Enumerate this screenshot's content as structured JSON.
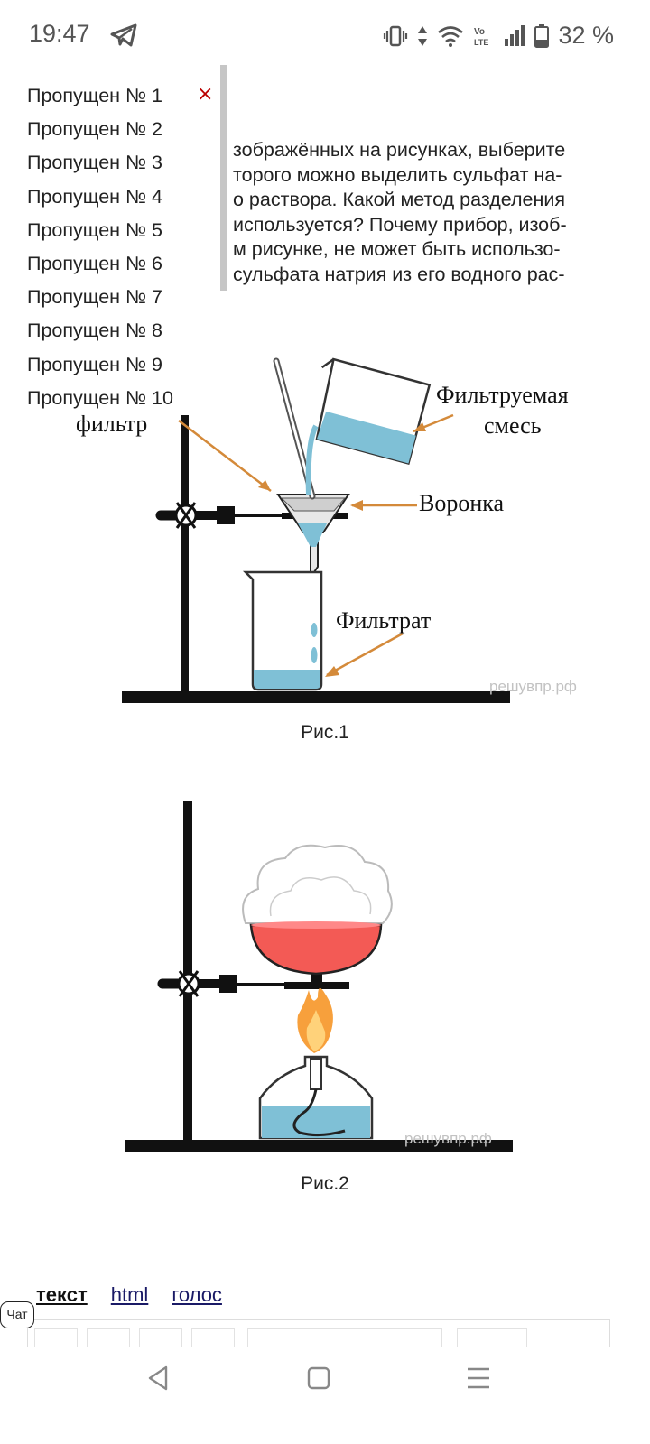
{
  "status_bar": {
    "time": "19:47",
    "battery": "32 %",
    "icons": [
      "telegram-icon",
      "vibrate-icon",
      "data-arrows-icon",
      "wifi-icon",
      "volte-icon",
      "signal-icon",
      "battery-icon"
    ]
  },
  "skipped": {
    "items": [
      "Пропущен № 1",
      "Пропущен № 2",
      "Пропущен № 3",
      "Пропущен № 4",
      "Пропущен № 5",
      "Пропущен № 6",
      "Пропущен № 7",
      "Пропущен № 8",
      "Пропущен № 9",
      "Пропущен № 10"
    ],
    "close": "×"
  },
  "article": {
    "lines": [
      "зображённых на рисунках, выберите",
      "торого можно выделить сульфат на-",
      "о раствора. Какой метод разделения",
      "используется? Почему прибор, изоб-",
      "м рисунке, не может быть использо-",
      "сульфата натрия из его водного рас-"
    ]
  },
  "figure1": {
    "label_filter": "фильтр",
    "label_mixture_1": "Фильтруемая",
    "label_mixture_2": "смесь",
    "label_funnel": "Воронка",
    "label_filtrate": "Фильтрат",
    "watermark": "решувпр.рф",
    "caption": "Рис.1"
  },
  "figure2": {
    "watermark": "решувпр.рф",
    "caption": "Рис.2"
  },
  "tabs": [
    "текст",
    "html",
    "голос"
  ],
  "chat_label": "Чат",
  "colors": {
    "liquid": "#7fc0d6",
    "dish": "#f35a55",
    "arrow": "#d48a3a",
    "flame": "#f7a03c"
  }
}
